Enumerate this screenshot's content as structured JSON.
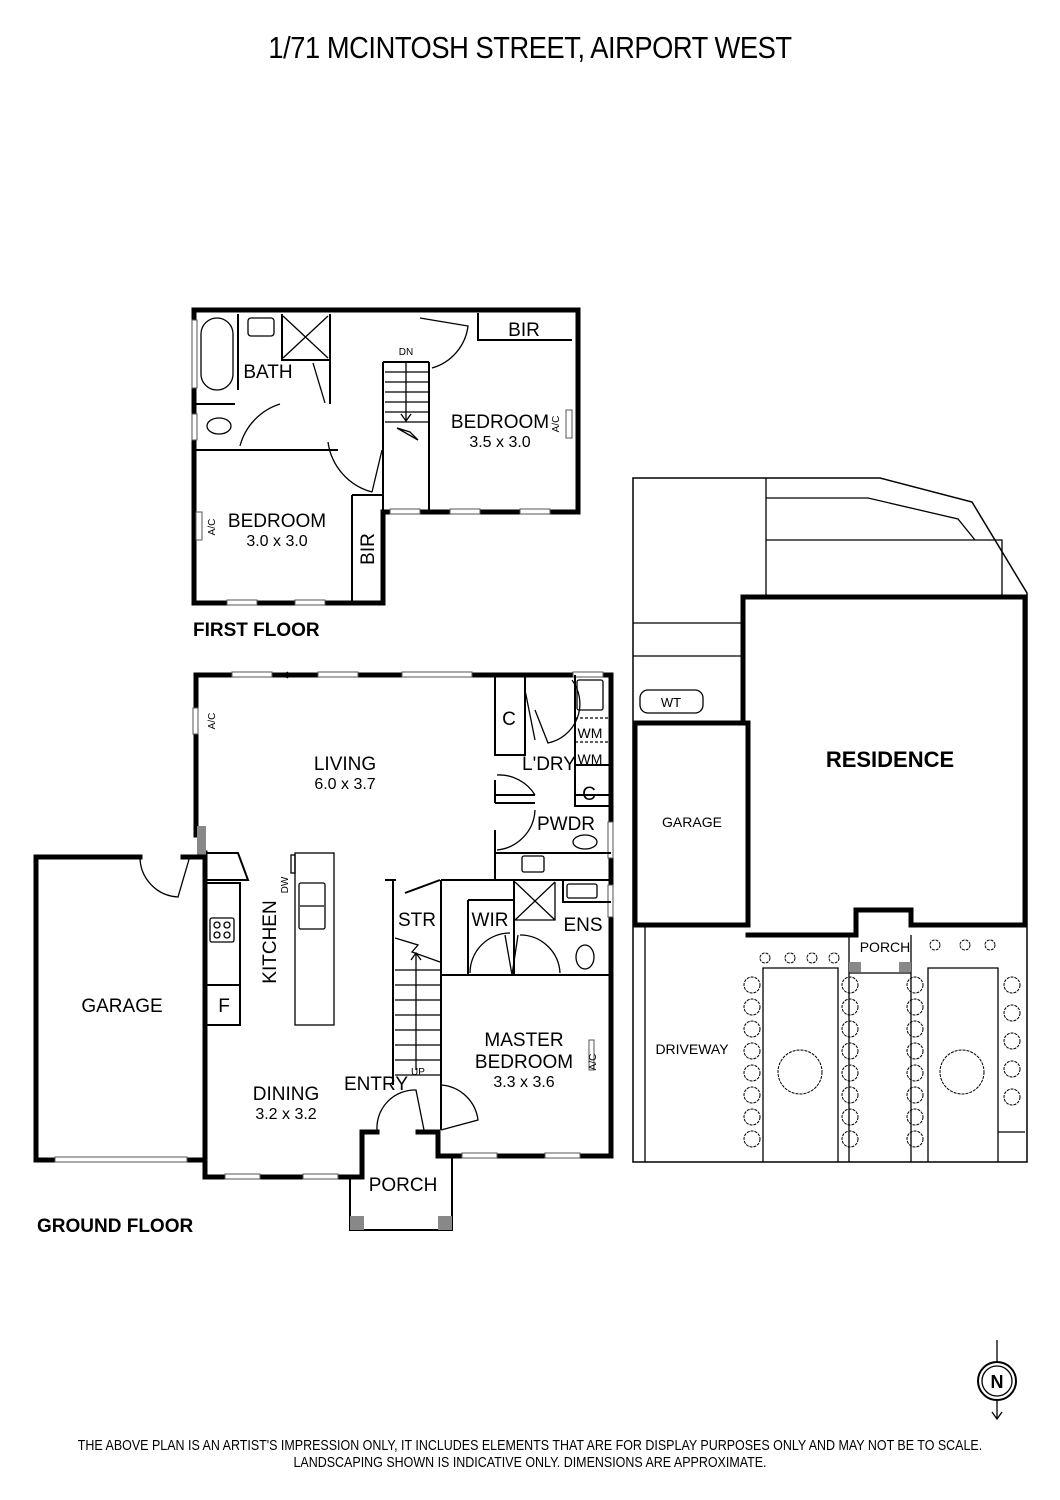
{
  "title": "1/71 MCINTOSH STREET, AIRPORT WEST",
  "first_floor": {
    "label": "FIRST FLOOR",
    "bath": "BATH",
    "bir_top": "BIR",
    "bir_side": "BIR",
    "stairs": "DN",
    "bedroom_right": {
      "name": "BEDROOM",
      "dims": "3.5 x 3.0",
      "ac": "A/C"
    },
    "bedroom_left": {
      "name": "BEDROOM",
      "dims": "3.0 x 3.0",
      "ac": "A/C"
    }
  },
  "ground_floor": {
    "label": "GROUND FLOOR",
    "living": {
      "name": "LIVING",
      "dims": "6.0 x 3.7",
      "ac": "A/C"
    },
    "kitchen": {
      "name": "KITCHEN",
      "dw": "DW",
      "fridge": "F"
    },
    "dining": {
      "name": "DINING",
      "dims": "3.2 x 3.2"
    },
    "garage": "GARAGE",
    "laundry": {
      "name": "L'DRY",
      "wm1": "WM",
      "wm2": "WM",
      "c1": "C",
      "c2": "C"
    },
    "powder": "PWDR",
    "store": "STR",
    "wir": "WIR",
    "ensuite": "ENS",
    "master": {
      "name1": "MASTER",
      "name2": "BEDROOM",
      "dims": "3.3 x 3.6",
      "ac": "A/C"
    },
    "entry": "ENTRY",
    "stairs": "UP",
    "porch": "PORCH"
  },
  "site_plan": {
    "residence": "RESIDENCE",
    "garage": "GARAGE",
    "wt": "WT",
    "driveway": "DRIVEWAY",
    "porch": "PORCH"
  },
  "north": {
    "label": "N",
    "icon": "north-arrow-icon"
  },
  "disclaimer": [
    "THE ABOVE PLAN IS AN ARTIST'S IMPRESSION ONLY, IT INCLUDES ELEMENTS THAT ARE FOR DISPLAY PURPOSES ONLY AND MAY NOT BE TO SCALE.",
    "LANDSCAPING SHOWN IS INDICATIVE ONLY. DIMENSIONS ARE APPROXIMATE."
  ]
}
